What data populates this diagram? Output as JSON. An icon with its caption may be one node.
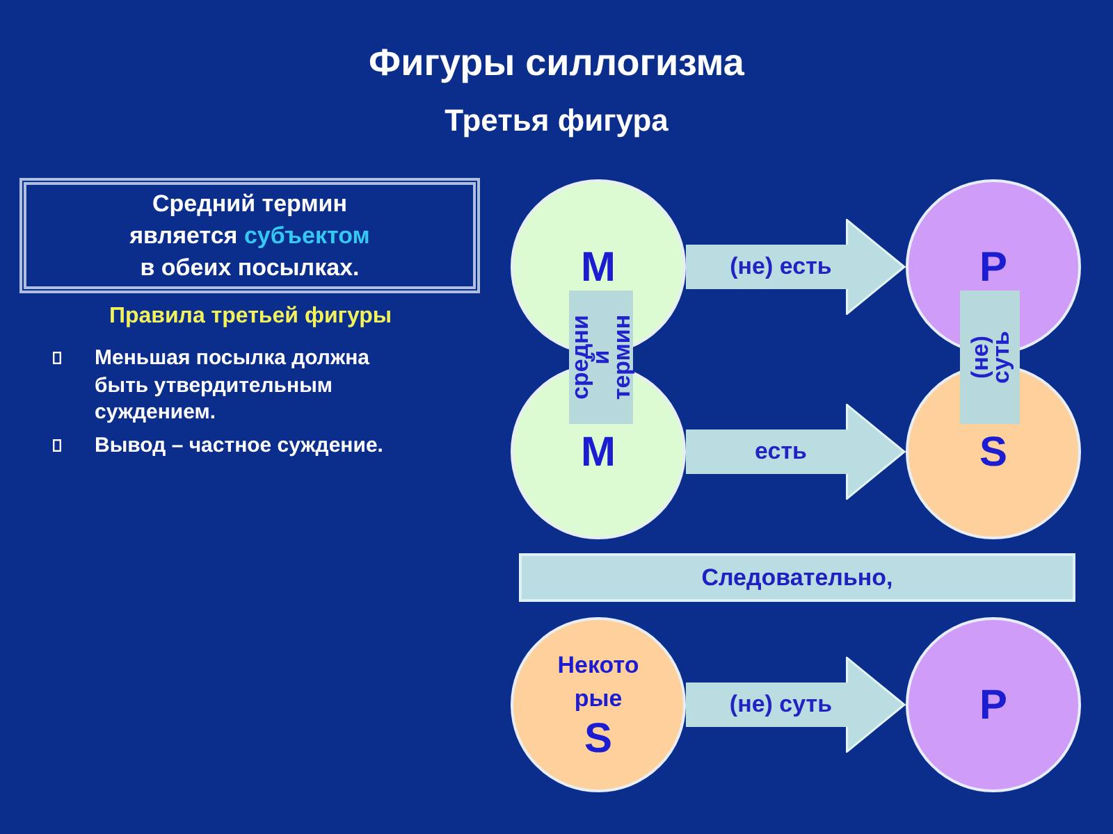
{
  "diagram": {
    "title": "Фигуры силлогизма",
    "nodes": [
      {
        "text": [
          "Средний термин является субъектом в обеих посылках."
        ]
      },
      {
        "text": [
          "M"
        ]
      },
      {
        "text": [
          "P"
        ]
      },
      {
        "text": [
          "средний термин"
        ]
      },
      {
        "text": [
          "(не) суть"
        ]
      },
      {
        "text": [
          "M"
        ]
      },
      {
        "text": [
          "S"
        ]
      },
      {
        "text": [
          "Следовательно,"
        ]
      },
      {
        "text": [
          "Некоторые",
          "S"
        ]
      },
      {
        "text": [
          "P"
        ]
      }
    ],
    "edges": [
      {
        "from": 1,
        "to": 2,
        "arrow": "to",
        "label": "(не) есть"
      },
      {
        "from": 5,
        "to": 6,
        "arrow": "to",
        "label": "есть"
      },
      {
        "from": 8,
        "to": 9,
        "arrow": "to",
        "label": "(не) суть"
      }
    ],
    "labels": [
      "Третья фигура",
      "Правила третьей фигуры",
      "Меньшая посылка должна быть утвердительным суждением.",
      "Вывод – частное суждение."
    ]
  }
}
